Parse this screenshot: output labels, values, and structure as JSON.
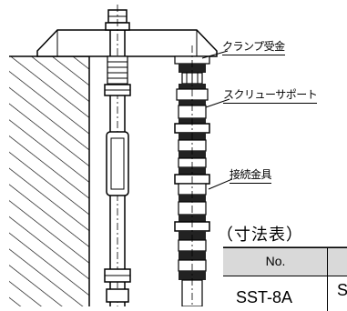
{
  "callouts": {
    "clamp_receiver": "クランプ受金",
    "screw_support": "スクリューサポート",
    "connector": "接続金具"
  },
  "dimension_table": {
    "title": "（寸法表）",
    "header_no": "No.",
    "row1_no": "SST-8A",
    "row1_next": "S"
  }
}
